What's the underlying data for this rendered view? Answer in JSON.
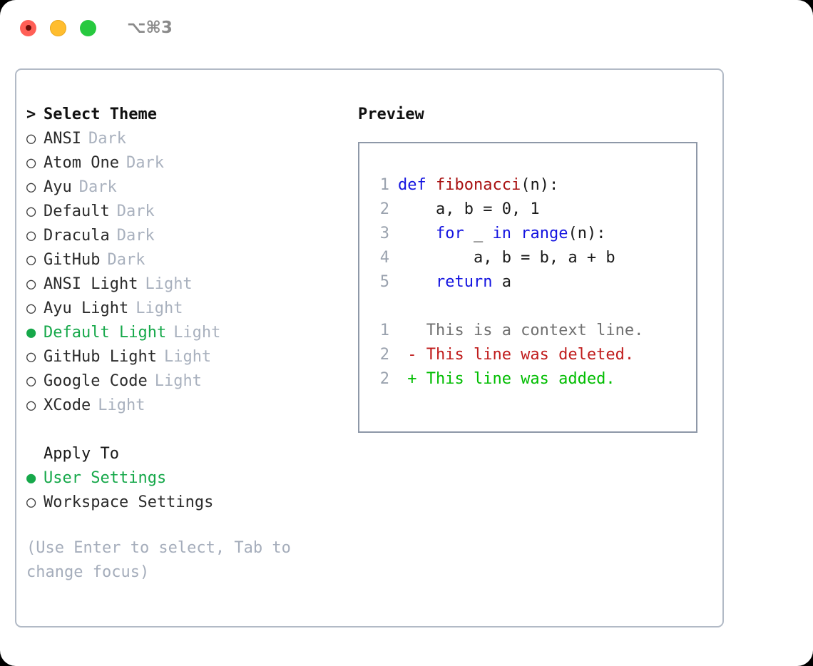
{
  "titlebar": {
    "shortcut": "⌥⌘3",
    "dots": [
      {
        "name": "close",
        "color": "#ff5f56"
      },
      {
        "name": "minimize",
        "color": "#ffbd2e"
      },
      {
        "name": "maximize",
        "color": "#27c93f"
      }
    ]
  },
  "theme_list": {
    "header_marker": ">",
    "header": "Select Theme",
    "marker_unselected": "○",
    "marker_selected": "●",
    "items": [
      {
        "name": "ANSI",
        "tag": "Dark",
        "selected": false
      },
      {
        "name": "Atom One",
        "tag": "Dark",
        "selected": false
      },
      {
        "name": "Ayu",
        "tag": "Dark",
        "selected": false
      },
      {
        "name": "Default",
        "tag": "Dark",
        "selected": false
      },
      {
        "name": "Dracula",
        "tag": "Dark",
        "selected": false
      },
      {
        "name": "GitHub",
        "tag": "Dark",
        "selected": false
      },
      {
        "name": "ANSI Light",
        "tag": "Light",
        "selected": false
      },
      {
        "name": "Ayu Light",
        "tag": "Light",
        "selected": false
      },
      {
        "name": "Default Light",
        "tag": "Light",
        "selected": true
      },
      {
        "name": "GitHub Light",
        "tag": "Light",
        "selected": false
      },
      {
        "name": "Google Code",
        "tag": "Light",
        "selected": false
      },
      {
        "name": "XCode",
        "tag": "Light",
        "selected": false
      }
    ]
  },
  "apply_to": {
    "header": "Apply To",
    "items": [
      {
        "name": "User Settings",
        "selected": true
      },
      {
        "name": "Workspace Settings",
        "selected": false
      }
    ]
  },
  "hint": "(Use Enter to select, Tab to change focus)",
  "preview": {
    "label": "Preview",
    "code_lines": [
      {
        "num": "1",
        "parts": [
          {
            "t": "def ",
            "c": "kw"
          },
          {
            "t": "fibonacci",
            "c": "fn"
          },
          {
            "t": "(n):",
            "c": "pl"
          }
        ]
      },
      {
        "num": "2",
        "parts": [
          {
            "t": "    a, b = 0, 1",
            "c": "pl"
          }
        ]
      },
      {
        "num": "3",
        "parts": [
          {
            "t": "    ",
            "c": "pl"
          },
          {
            "t": "for",
            "c": "kw"
          },
          {
            "t": " _ ",
            "c": "pl"
          },
          {
            "t": "in",
            "c": "kw"
          },
          {
            "t": " ",
            "c": "pl"
          },
          {
            "t": "range",
            "c": "kw"
          },
          {
            "t": "(n):",
            "c": "pl"
          }
        ]
      },
      {
        "num": "4",
        "parts": [
          {
            "t": "        a, b = b, a + b",
            "c": "pl"
          }
        ]
      },
      {
        "num": "5",
        "parts": [
          {
            "t": "    ",
            "c": "pl"
          },
          {
            "t": "return",
            "c": "kw"
          },
          {
            "t": " a",
            "c": "pl"
          }
        ]
      }
    ],
    "diff_lines": [
      {
        "num": "1",
        "sign": " ",
        "text": "This is a context line.",
        "kind": "ctx"
      },
      {
        "num": "2",
        "sign": "-",
        "text": "This line was deleted.",
        "kind": "del"
      },
      {
        "num": "2",
        "sign": "+",
        "text": "This line was added.",
        "kind": "add"
      }
    ]
  },
  "colors": {
    "accent_green": "#16a84a",
    "diff_add": "#00bd00",
    "diff_del": "#c01c1c",
    "keyword_blue": "#1414e0",
    "function_red": "#a81010",
    "muted": "#a9b1be",
    "border": "#b2bac6"
  }
}
